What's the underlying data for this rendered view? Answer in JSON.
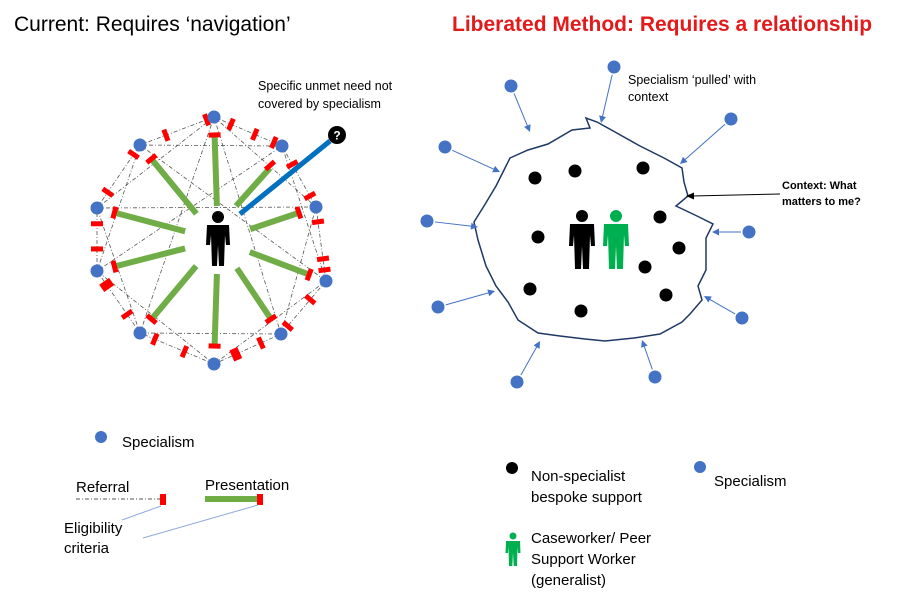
{
  "left": {
    "title": "Current: Requires ‘navigation’",
    "unmet_need": [
      "Specific unmet need not",
      "covered by specialism"
    ],
    "unmet_need_symbol": "?"
  },
  "right": {
    "title": "Liberated Method: Requires a relationship",
    "pulled_note": [
      "Specialism ‘pulled’ with",
      "context"
    ],
    "context_note": [
      "Context: What",
      "matters to me?"
    ]
  },
  "legend_left": {
    "specialism": "Specialism",
    "referral": "Referral",
    "presentation": "Presentation",
    "eligibility": [
      "Eligibility",
      "criteria"
    ]
  },
  "legend_right": {
    "non_specialist": [
      "Non-specialist",
      "bespoke support"
    ],
    "specialism": "Specialism",
    "caseworker": [
      "Caseworker/ Peer",
      "Support Worker",
      "(generalist)"
    ]
  },
  "colors": {
    "specialism_dot": "#4472c4",
    "presentation_bar": "#70ad47",
    "eligibility_mark": "#ff0000",
    "unmet_need_line": "#0070c0",
    "caseworker": "#00b050",
    "title_right": "#e31a1c"
  }
}
